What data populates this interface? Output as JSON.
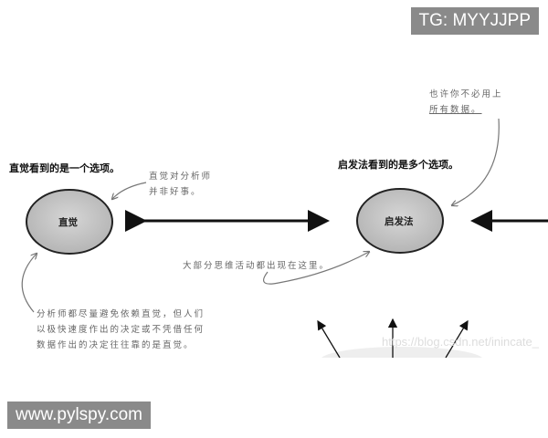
{
  "badges": {
    "top_right": "TG: MYYJJPP",
    "bottom_left": "www.pylspy.com"
  },
  "diagram": {
    "left_title": "直觉看到的是一个选项。",
    "right_title": "启发法看到的是多个选项。",
    "nodes": [
      {
        "label": "直觉"
      },
      {
        "label": "启发法"
      }
    ],
    "notes": {
      "intuition_bad": [
        "直觉对分析师",
        "并非好事。"
      ],
      "not_all_data": [
        "也许你不必用上",
        "所有数据。"
      ],
      "most_thinking": "大部分思维活动都出现在这里。",
      "analysts_avoid": [
        "分析师都尽量避免依赖直觉，但人们",
        "以极快速度作出的决定或不凭借任何",
        "数据作出的决定往往靠的是直觉。"
      ]
    },
    "watermark": "https://blog.csdn.net/inincate_",
    "colors": {
      "node_fill": "#c8c8c8",
      "arrow": "#111111",
      "note": "#666666"
    }
  }
}
